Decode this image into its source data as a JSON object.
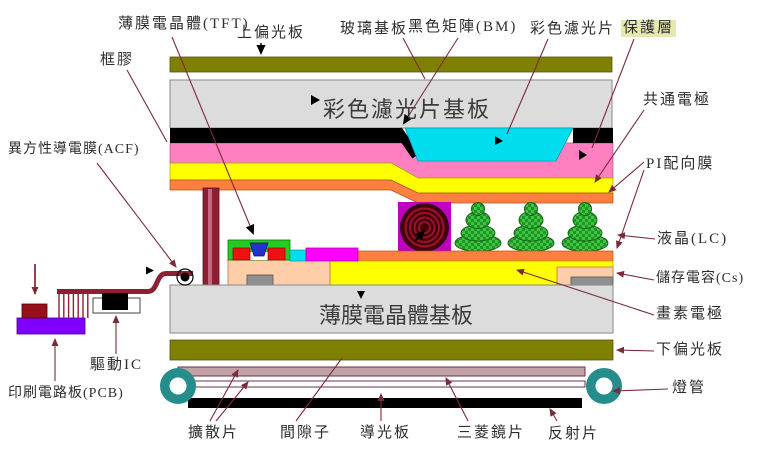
{
  "labels": {
    "tft": "薄膜電晶體(TFT)",
    "upper_polarizer": "上偏光板",
    "glass_substrate": "玻璃基板",
    "black_matrix": "黑色矩陣(BM)",
    "color_filter": "彩色濾光片",
    "protective_layer": "保護層",
    "frame_seal": "框膠",
    "acf": "異方性導電膜(ACF)",
    "common_electrode": "共通電極",
    "pi_alignment_film": "PI配向膜",
    "liquid_crystal": "液晶(LC)",
    "storage_capacitor": "儲存電容(Cs)",
    "pixel_electrode": "畫素電極",
    "lower_polarizer": "下偏光板",
    "lamp": "燈管",
    "driver_ic": "驅動IC",
    "pcb": "印刷電路板(PCB)",
    "diffuser_sheet": "擴散片",
    "spacer": "間隙子",
    "light_guide_plate": "導光板",
    "prism_sheet": "三菱鏡片",
    "reflector_sheet": "反射片",
    "cf_substrate": "彩色濾光片基板",
    "tft_substrate": "薄膜電晶體基板"
  },
  "palette": {
    "polarizer_olive": "#7F7F00",
    "glass_gray": "#DCDCDC",
    "black_matrix": "#000000",
    "overcoat_pink": "#FF80C0",
    "electrode_yellow": "#FFFF00",
    "pi_orange": "#FF7F3F",
    "color_filter_cyan": "#00DDEE",
    "seal_maroon": "#8E1F33",
    "spacer_magenta": "#C000C0",
    "spacer_ball_dark_red": "#42000E",
    "lc_green": "#3EC43E",
    "tft_green": "#22CC22",
    "tft_red": "#EE1111",
    "tft_blue": "#2233CC",
    "tft_peach": "#FFCDA8",
    "capacitor_gray": "#8F8F8F",
    "pcb_purple": "#7F00FF",
    "pcb_connector_red": "#99101D",
    "lamp_teal": "#268C8C",
    "diffuser_mauve": "#C2A2A6",
    "leader_line": "#7A2B38",
    "label_text": "#2E2E2E",
    "highlight_bg": "#E7E7B0"
  }
}
